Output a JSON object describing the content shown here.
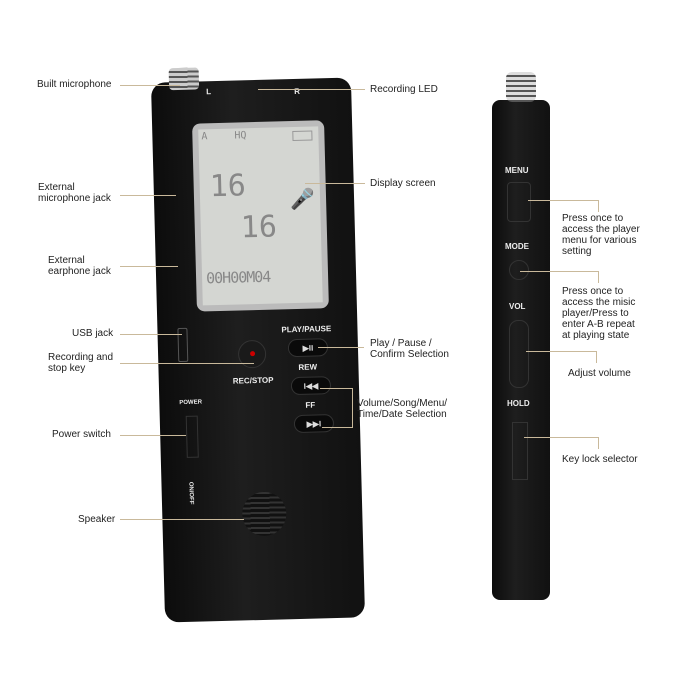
{
  "front_labels": {
    "built_microphone": "Built microphone",
    "ext_mic_1": "External",
    "ext_mic_2": "microphone jack",
    "ext_ear_1": "External",
    "ext_ear_2": "earphone jack",
    "usb": "USB jack",
    "rec_1": "Recording and",
    "rec_2": "stop key",
    "power": "Power switch",
    "speaker": "Speaker",
    "led": "Recording LED",
    "display": "Display screen",
    "play_1": "Play / Pause /",
    "play_2": "Confirm Selection",
    "vol_1": "Volume/Song/Menu/",
    "vol_2": "Time/Date Selection"
  },
  "device": {
    "l": "L",
    "r": "R",
    "lcd_a": "A",
    "lcd_hq": "HQ",
    "lcd_num1": "16",
    "lcd_num2": "16",
    "lcd_time": "00H00M04",
    "play_pause": "PLAY/PAUSE",
    "play_icon": "▶II",
    "rec_stop": "REC/STOP",
    "rew": "REW",
    "rew_icon": "I◀◀",
    "ff": "FF",
    "ff_icon": "▶▶I",
    "power": "POWER",
    "on_off": "ON/OFF"
  },
  "side": {
    "menu": "MENU",
    "mode": "MODE",
    "vol": "VOL",
    "hold": "HOLD",
    "menu_desc": [
      "Press once to",
      "access the player",
      "menu for various",
      "setting"
    ],
    "mode_desc": [
      "Press once to",
      "access the misic",
      "player/Press to",
      "enter A-B repeat",
      "at playing state"
    ],
    "vol_desc": "Adjust volume",
    "hold_desc": "Key lock selector"
  }
}
